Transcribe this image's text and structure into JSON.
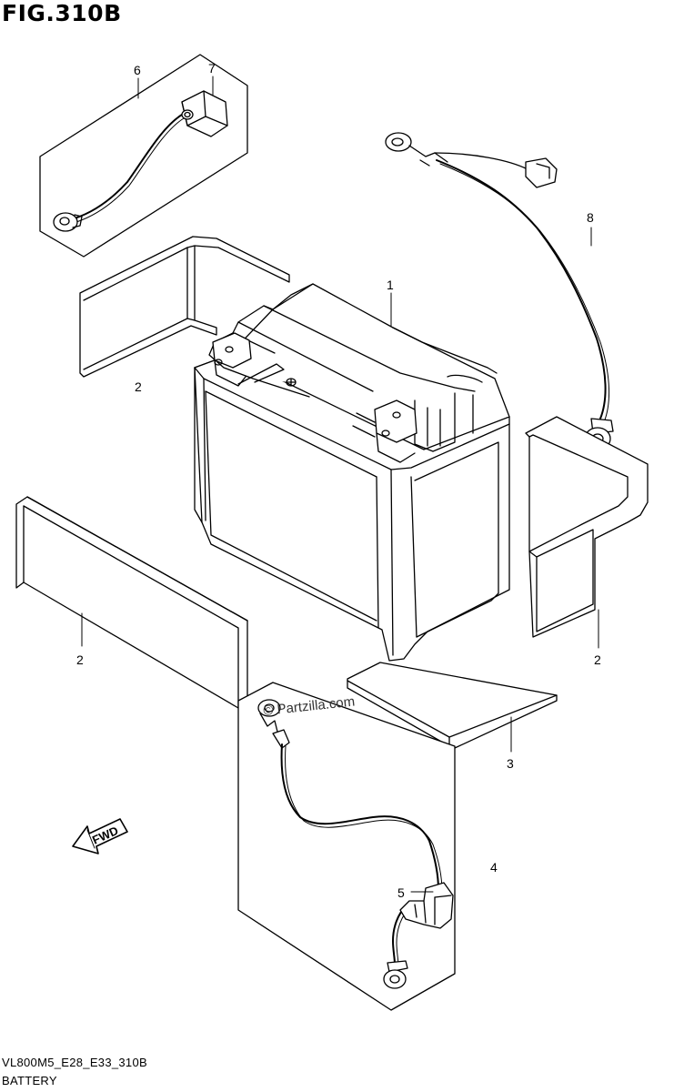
{
  "figure": {
    "title": "FIG.310B"
  },
  "callouts": {
    "c1": "1",
    "c2a": "2",
    "c2b": "2",
    "c2c": "2",
    "c3": "3",
    "c4": "4",
    "c5": "5",
    "c6": "6",
    "c7": "7",
    "c8": "8"
  },
  "watermark": "© Partzilla.com",
  "fwd_label": "FWD",
  "footer": {
    "model_code": "VL800M5_E28_E33_310B",
    "section_name": "BATTERY"
  },
  "icons": {
    "fwd_arrow": "fwd-arrow-icon",
    "copyright": "copyright-icon"
  }
}
